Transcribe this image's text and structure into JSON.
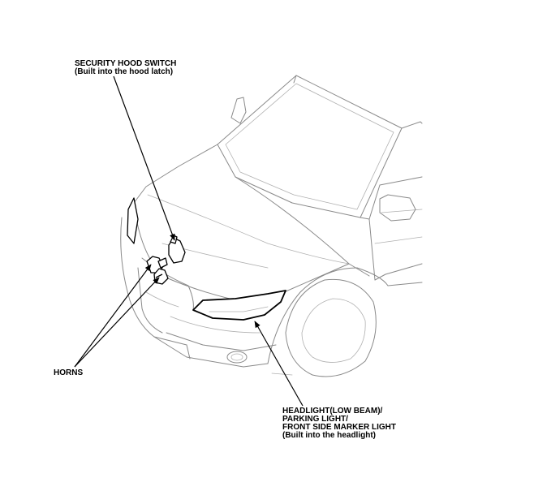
{
  "callouts": {
    "hood_switch": {
      "line1": "SECURITY HOOD SWITCH",
      "line2": "(Built into the hood latch)"
    },
    "horns": {
      "line1": "HORNS"
    },
    "headlight": {
      "line1": "HEADLIGHT(LOW BEAM)/",
      "line2": "PARKING LIGHT/",
      "line3": "FRONT SIDE MARKER LIGHT",
      "line4": "(Built into the headlight)"
    }
  },
  "colors": {
    "outline": "#8a8a8a",
    "part": "#000000",
    "background": "#ffffff"
  }
}
